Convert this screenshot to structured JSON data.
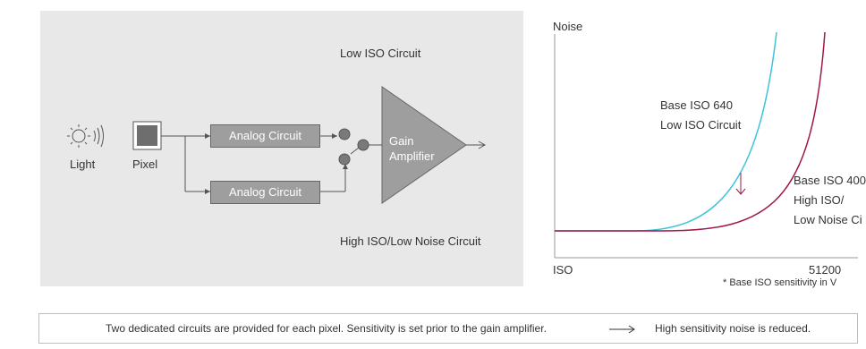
{
  "diagram": {
    "low_iso_title": "Low ISO Circuit",
    "high_iso_title": "High ISO/Low Noise Circuit",
    "light_label": "Light",
    "pixel_label": "Pixel",
    "analog_top": "Analog Circuit",
    "analog_bottom": "Analog Circuit",
    "gain_line1": "Gain",
    "gain_line2": "Amplifier"
  },
  "graph": {
    "y_axis_label": "Noise",
    "x_axis_label": "ISO",
    "x_tick": "51200",
    "series_low_line1": "Base ISO 640",
    "series_low_line2": "Low ISO Circuit",
    "series_high_line1": "Base ISO 400",
    "series_high_line2": "High ISO/",
    "series_high_line3": "Low Noise Ci",
    "footnote": "* Base ISO sensitivity in V",
    "colors": {
      "low_curve": "#3ec3dc",
      "high_curve": "#a0154a"
    }
  },
  "footer": {
    "text_left": "Two dedicated circuits are provided for each pixel. Sensitivity is set prior to the gain amplifier.",
    "arrow_icon": "long-right-arrow-icon",
    "text_right": "High sensitivity noise is reduced."
  }
}
